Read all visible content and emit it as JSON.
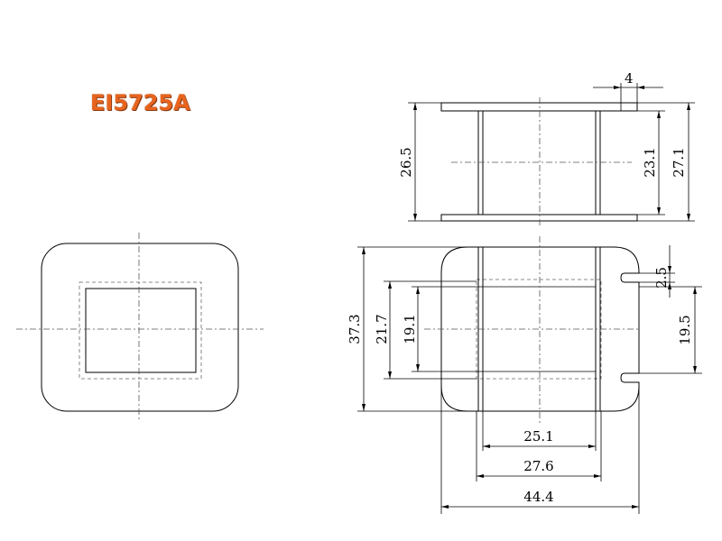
{
  "title": "EI5725A",
  "dimensions": {
    "flange_thickness": "4",
    "height_left": "26.5",
    "height_inner": "23.1",
    "height_outer": "27.1",
    "overall_height": "37.3",
    "window_outer": "21.7",
    "window_inner": "19.1",
    "notch": "2.5",
    "slot": "19.5",
    "inner_length": "25.1",
    "middle_length": "27.6",
    "overall_length": "44.4"
  }
}
